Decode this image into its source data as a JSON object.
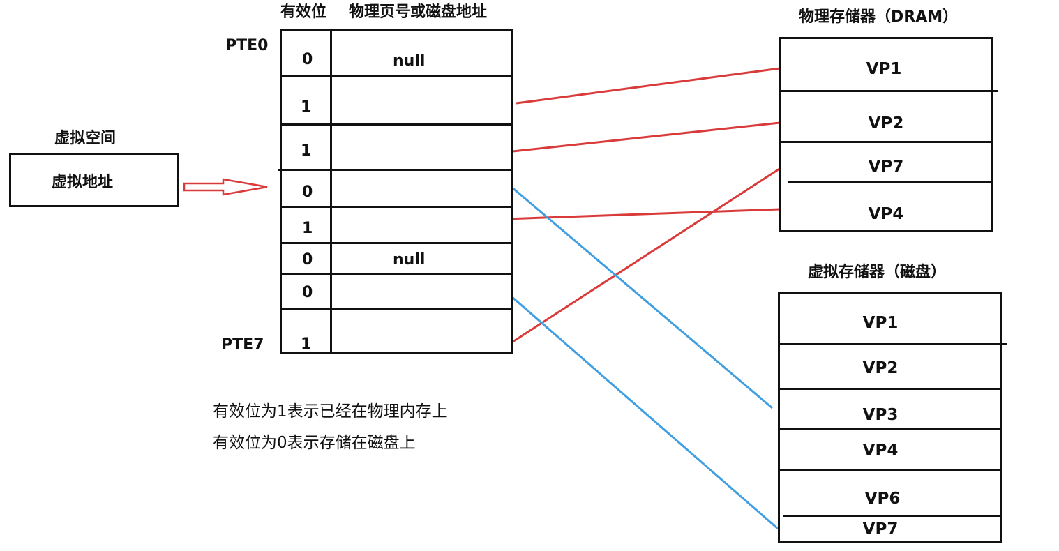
{
  "headers": {
    "valid_bit": "有效位",
    "ppn_or_disk": "物理页号或磁盘地址",
    "pte0": "PTE0",
    "pte7": "PTE7",
    "dram_title": "物理存储器（DRAM）",
    "disk_title": "虚拟存储器（磁盘）",
    "vspace_title": "虚拟空间"
  },
  "virtual_space": {
    "box_label": "虚拟地址"
  },
  "page_table": {
    "rows": [
      {
        "valid": "0",
        "addr": "null"
      },
      {
        "valid": "1",
        "addr": ""
      },
      {
        "valid": "1",
        "addr": ""
      },
      {
        "valid": "0",
        "addr": ""
      },
      {
        "valid": "1",
        "addr": ""
      },
      {
        "valid": "0",
        "addr": "null"
      },
      {
        "valid": "0",
        "addr": ""
      },
      {
        "valid": "1",
        "addr": ""
      }
    ]
  },
  "dram": {
    "pages": [
      "VP1",
      "VP2",
      "VP7",
      "VP4"
    ]
  },
  "disk": {
    "pages": [
      "VP1",
      "VP2",
      "VP3",
      "VP4",
      "VP6",
      "VP7"
    ]
  },
  "notes": [
    "有效位为1表示已经在物理内存上",
    "有效位为0表示存储在磁盘上"
  ],
  "colors": {
    "dram_link": "#d93a3a",
    "disk_link": "#3f9fe0",
    "arrow": "#d93a3a"
  }
}
